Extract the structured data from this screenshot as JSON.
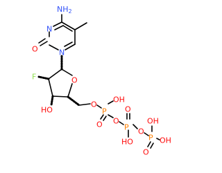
{
  "molecule": {
    "colors": {
      "bond": "#000000",
      "N": "#3050F8",
      "O": "#FF0D0D",
      "F": "#90E050",
      "P": "#FF8000",
      "H": "#000000"
    },
    "labels": {
      "NH2": "NH",
      "NH2_sub": "2",
      "N3": "N",
      "N1": "N",
      "O2": "O",
      "F": "F",
      "O4prime": "O",
      "HO3prime": "HO",
      "O5prime": "O",
      "PA": "P",
      "PA_OH": "OH",
      "PA_O": "O",
      "O_AB": "O",
      "PB": "P",
      "PB_O": "O",
      "PB_OH": "HO",
      "O_BG": "O",
      "PG": "P",
      "PG_OH_top": "OH",
      "PG_OH_right": "OH",
      "PG_O": "O"
    }
  }
}
